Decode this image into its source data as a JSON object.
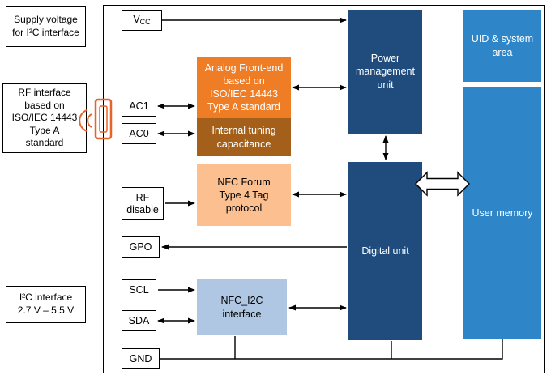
{
  "colors": {
    "dark_blue": "#1F4C7C",
    "medium_blue": "#2E86C8",
    "orange": "#EF7D26",
    "brown": "#A4601A",
    "peach": "#FBBF90",
    "steel_blue": "#AFC7E2",
    "antenna_orange": "#E8632A",
    "line_black": "#000000"
  },
  "notes": {
    "supply": [
      "Supply voltage",
      "for I²C interface"
    ],
    "rf": [
      "RF interface",
      "based on",
      "ISO/IEC 14443",
      "Type A",
      "standard"
    ],
    "i2c": [
      "I²C interface",
      "2.7 V – 5.5 V"
    ]
  },
  "pins": {
    "vcc": {
      "prefix": "V",
      "sub": "CC"
    },
    "ac1": "AC1",
    "ac0": "AC0",
    "rf_disable": [
      "RF",
      "disable"
    ],
    "gpo": "GPO",
    "scl": "SCL",
    "sda": "SDA",
    "gnd": "GND"
  },
  "blocks": {
    "afe": [
      "Analog Front-end",
      "based on",
      "ISO/IEC 14443",
      "Type A standard"
    ],
    "tuning": [
      "Internal tuning",
      "capacitance"
    ],
    "nfc_forum": [
      "NFC Forum",
      "Type 4 Tag",
      "protocol"
    ],
    "nfc_i2c": [
      "NFC_I2C",
      "interface"
    ],
    "pmu": [
      "Power",
      "management",
      "unit"
    ],
    "digital": "Digital unit",
    "uid": [
      "UID & system",
      "area"
    ],
    "user_memory": "User memory"
  }
}
